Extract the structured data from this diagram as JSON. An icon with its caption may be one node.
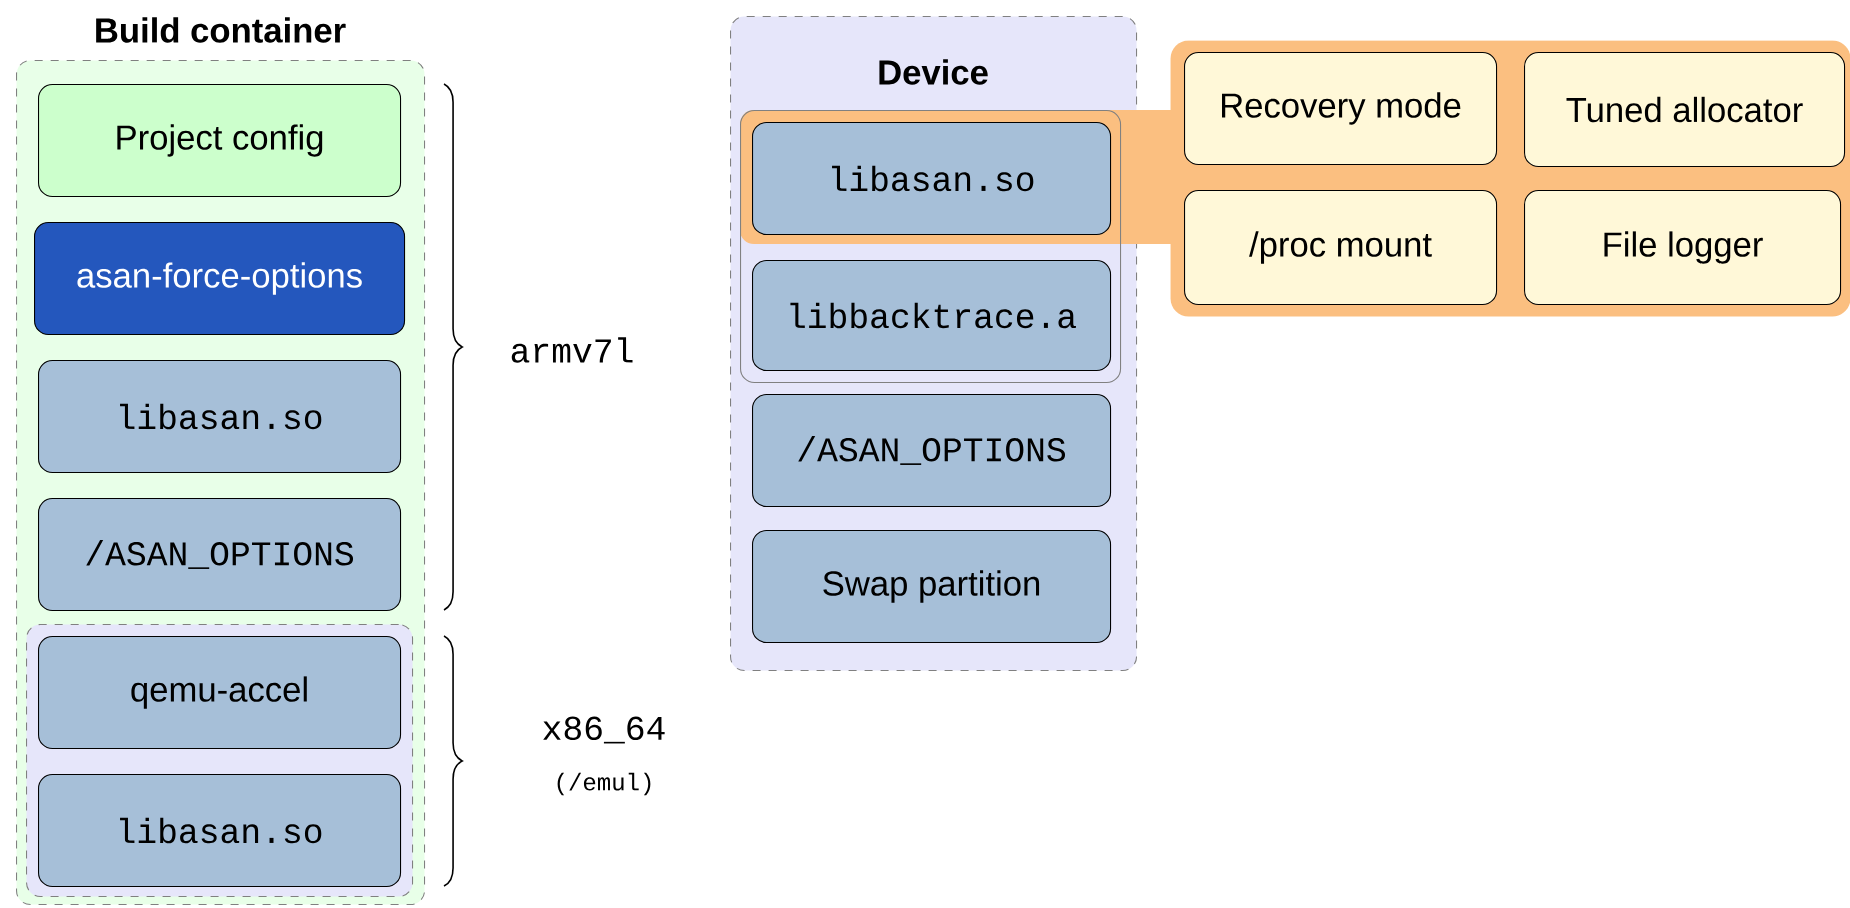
{
  "diagram": {
    "nodes": [
      {
        "text": [
          "Build container"
        ]
      },
      {
        "text": [
          "Project config"
        ],
        "in": 0
      },
      {
        "text": [
          "asan-force-options"
        ],
        "in": 0
      },
      {
        "text": [
          "libasan.so"
        ],
        "in": 0
      },
      {
        "text": [
          "/ASAN_OPTIONS"
        ],
        "in": 0
      },
      {
        "text": [],
        "shape": "box",
        "in": 0
      },
      {
        "text": [
          "qemu-accel"
        ],
        "in": 5
      },
      {
        "text": [
          "libasan.so"
        ],
        "in": 5
      },
      {
        "text": [
          "Device"
        ]
      },
      {
        "text": [],
        "shape": "box",
        "in": 8
      },
      {
        "text": [
          "libasan.so"
        ],
        "in": 9
      },
      {
        "text": [
          "libbacktrace.a"
        ],
        "in": 9
      },
      {
        "text": [
          "/ASAN_OPTIONS"
        ],
        "in": 8
      },
      {
        "text": [
          "Swap partition"
        ],
        "in": 8
      },
      {
        "text": [],
        "shape": "box"
      },
      {
        "text": [
          "Recovery mode"
        ],
        "in": 14
      },
      {
        "text": [
          "Tuned allocator"
        ],
        "in": 14
      },
      {
        "text": [
          "/proc mount"
        ],
        "in": 14
      },
      {
        "text": [
          "File logger"
        ],
        "in": 14
      }
    ],
    "labels": [
      "armv7l",
      "x86_64",
      "(/emul)"
    ]
  }
}
